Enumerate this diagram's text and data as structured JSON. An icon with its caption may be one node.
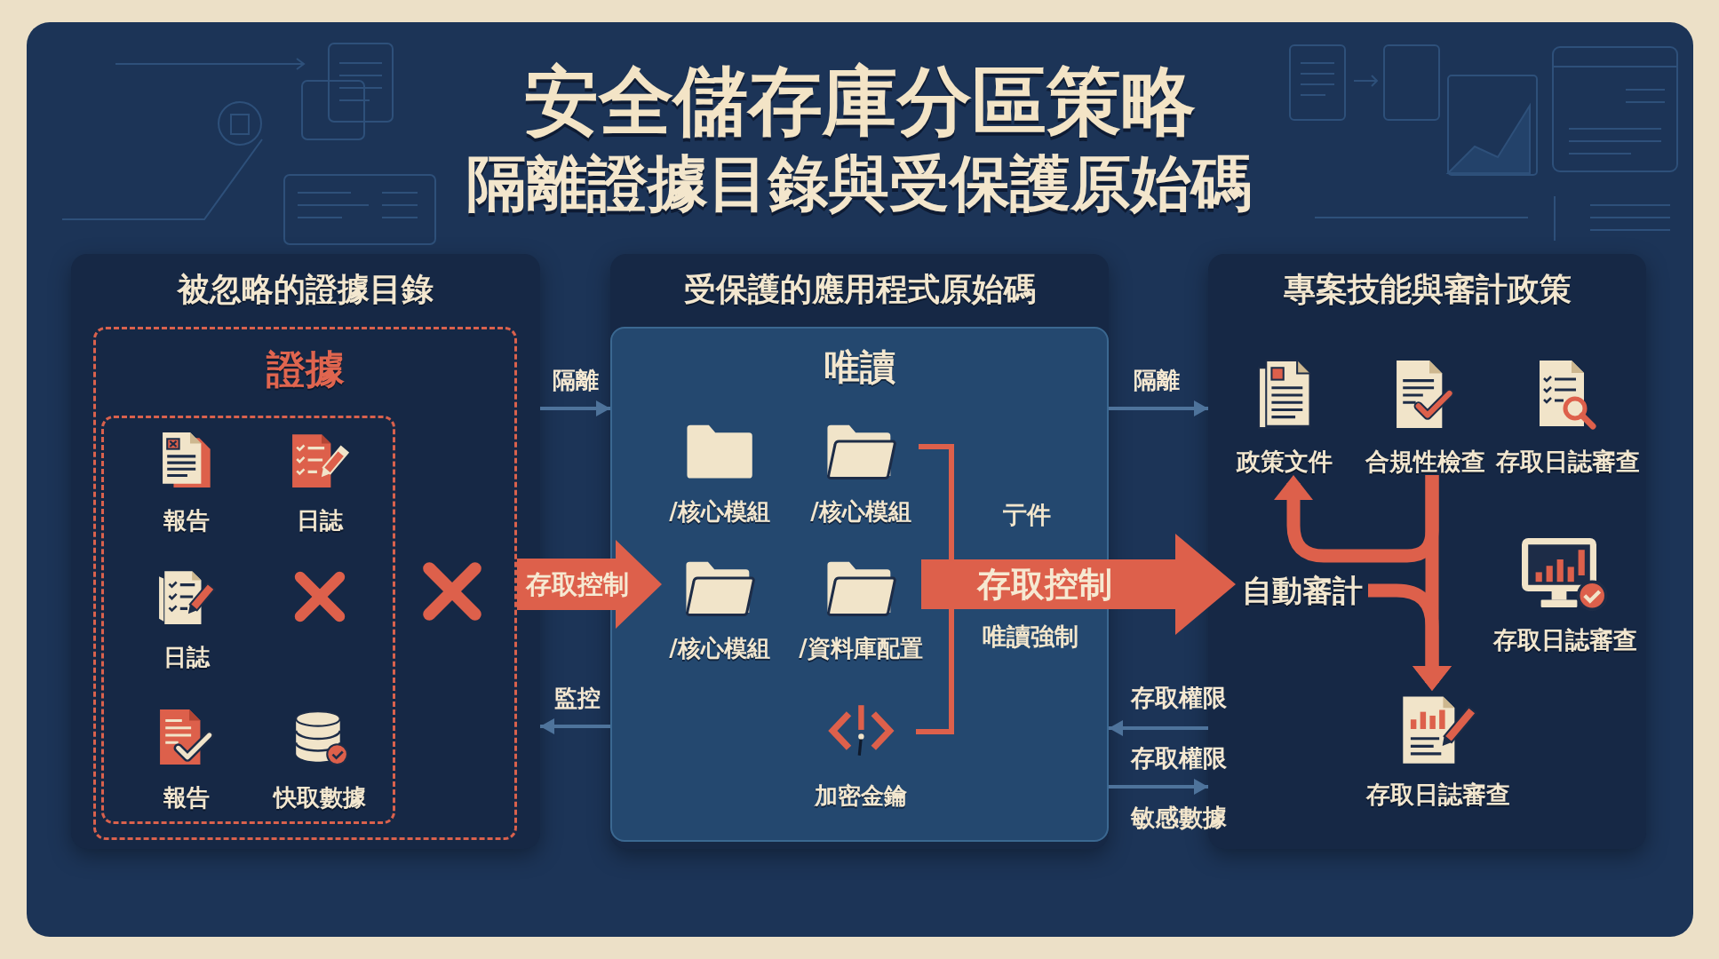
{
  "diagram": {
    "title": "安全儲存庫分區策略",
    "nodes": [
      {
        "text": [
          "被忽略的證據目錄"
        ]
      },
      {
        "text": [
          "證據"
        ],
        "in": 0
      },
      {
        "text": [],
        "shape": "box",
        "in": 1
      },
      {
        "text": [
          "報告"
        ],
        "in": 2
      },
      {
        "text": [
          "日誌"
        ],
        "in": 2
      },
      {
        "text": [
          "日誌"
        ],
        "in": 2
      },
      {
        "text": [
          "報告"
        ],
        "in": 2
      },
      {
        "text": [
          "快取數據"
        ],
        "in": 2
      },
      {
        "text": [
          "受保護的應用程式原始碼"
        ]
      },
      {
        "text": [
          "唯讀"
        ],
        "in": 8
      },
      {
        "text": [
          "/核心模組"
        ],
        "in": 9
      },
      {
        "text": [
          "/核心模組"
        ],
        "in": 9
      },
      {
        "text": [
          "/核心模組"
        ],
        "in": 9
      },
      {
        "text": [
          "/資料庫配置"
        ],
        "in": 9
      },
      {
        "text": [
          "加密金鑰"
        ],
        "in": 9
      },
      {
        "text": [
          "專案技能與審計政策"
        ]
      },
      {
        "text": [
          "政策文件"
        ],
        "in": 15
      },
      {
        "text": [
          "合規性檢查"
        ],
        "in": 15
      },
      {
        "text": [
          "存取日誌審查"
        ],
        "in": 15
      },
      {
        "text": [
          "自動審計"
        ],
        "in": 15
      },
      {
        "text": [
          "存取日誌審查"
        ],
        "in": 15
      },
      {
        "text": [
          "存取日誌審查"
        ],
        "in": 15
      }
    ],
    "edges": [
      {
        "from": 0,
        "to": 9,
        "arrow": "to",
        "label": "隔離",
        "color": "#4e739b"
      },
      {
        "from": 9,
        "to": 0,
        "arrow": "to",
        "label": "監控",
        "color": "#4e739b"
      },
      {
        "from": 1,
        "to": 12,
        "arrow": "to",
        "label": "存取控制",
        "style": "thick",
        "color": "#dd604b"
      },
      {
        "from": 11,
        "to": 19,
        "arrow": "to",
        "label": "存取控制",
        "style": "thick",
        "color": "#dd604b"
      },
      {
        "from": 14,
        "to": 19,
        "arrow": "to",
        "style": "thick",
        "color": "#dd604b"
      },
      {
        "from": 9,
        "to": 15,
        "arrow": "to",
        "label": "隔離",
        "color": "#4e739b"
      },
      {
        "from": 15,
        "to": 9,
        "arrow": "to",
        "label": "存取權限",
        "color": "#4e739b"
      },
      {
        "from": 9,
        "to": 15,
        "arrow": "to",
        "label": "存取權限",
        "color": "#4e739b"
      },
      {
        "from": 17,
        "to": 16,
        "arrow": "to",
        "style": "thick",
        "color": "#dd604b"
      },
      {
        "from": 17,
        "to": 21,
        "arrow": "to",
        "style": "thick",
        "color": "#dd604b"
      },
      {
        "from": 19,
        "to": 21,
        "arrow": "to",
        "style": "thick",
        "color": "#dd604b"
      }
    ],
    "labels": [
      "隔離證據目錄與受保護原始碼",
      "亍件",
      "唯讀強制",
      "敏感數據"
    ]
  }
}
